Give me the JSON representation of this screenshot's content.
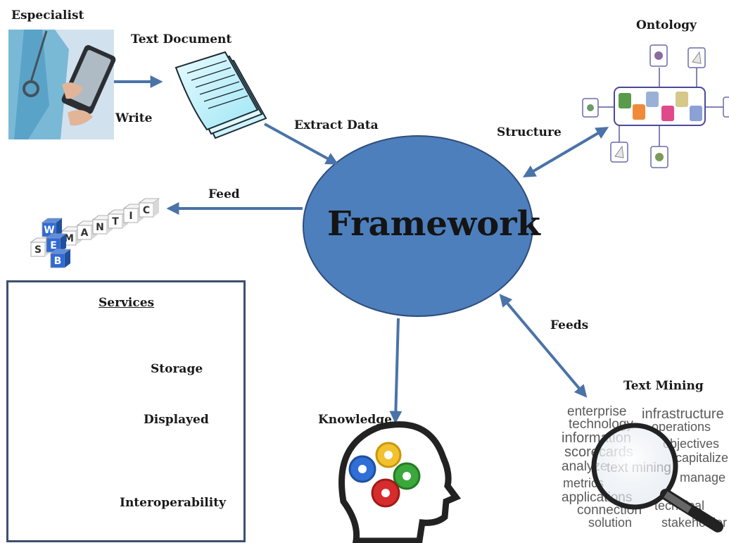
{
  "labels": {
    "especialist": "Especialist",
    "text_document": "Text Document",
    "write": "Write",
    "extract_data": "Extract Data",
    "structure": "Structure",
    "ontology": "Ontology",
    "feed": "Feed",
    "framework": "Framework",
    "services": "Services",
    "storage": "Storage",
    "displayed": "Displayed",
    "interoperability": "Interoperability",
    "knowledge": "Knowledge",
    "feeds": "Feeds",
    "text_mining": "Text Mining"
  },
  "semantic_web_tiles": {
    "row1": [
      "S",
      "E",
      "M",
      "A",
      "N",
      "T",
      "I",
      "C"
    ],
    "row2": [
      "W",
      "E",
      "B"
    ]
  },
  "word_cloud": [
    "enterprise",
    "infrastructure",
    "technology",
    "operations",
    "information",
    "objectives",
    "scorecards",
    "capitalize",
    "analyze",
    "text mining",
    "manage",
    "metrics",
    "applications",
    "connection",
    "technical",
    "solution",
    "stakeholder"
  ],
  "colors": {
    "ellipse_fill": "#4d7fbd",
    "ellipse_stroke": "#2f4d7a",
    "arrow": "#4a73a8",
    "box_border": "#3d4f6e"
  }
}
